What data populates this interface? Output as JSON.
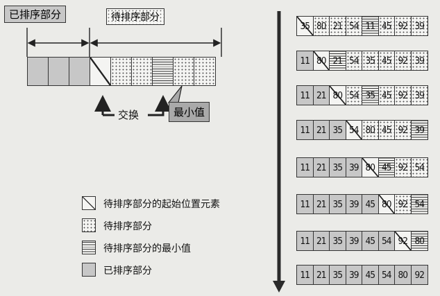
{
  "labels": {
    "sorted_part": "已排序部分",
    "unsorted_part": "待排序部分",
    "swap": "交换",
    "min_value": "最小值"
  },
  "legend": [
    {
      "type": "start",
      "text": "待排序部分的起始位置元素"
    },
    {
      "type": "unsorted",
      "text": "待排序部分"
    },
    {
      "type": "min",
      "text": "待排序部分的最小值"
    },
    {
      "type": "sorted",
      "text": "已排序部分"
    }
  ],
  "example_cells": [
    "sorted",
    "sorted",
    "sorted",
    "start",
    "unsorted",
    "unsorted",
    "min",
    "unsorted",
    "unsorted"
  ],
  "steps": [
    {
      "values": [
        35,
        80,
        21,
        54,
        11,
        45,
        92,
        39
      ],
      "types": [
        "start",
        "unsorted",
        "unsorted",
        "unsorted",
        "min",
        "unsorted",
        "unsorted",
        "unsorted"
      ]
    },
    {
      "values": [
        11,
        80,
        21,
        54,
        35,
        45,
        92,
        39
      ],
      "types": [
        "sorted",
        "start",
        "min",
        "unsorted",
        "unsorted",
        "unsorted",
        "unsorted",
        "unsorted"
      ]
    },
    {
      "values": [
        11,
        21,
        80,
        54,
        35,
        45,
        92,
        39
      ],
      "types": [
        "sorted",
        "sorted",
        "start",
        "unsorted",
        "min",
        "unsorted",
        "unsorted",
        "unsorted"
      ]
    },
    {
      "values": [
        11,
        21,
        35,
        54,
        80,
        45,
        92,
        39
      ],
      "types": [
        "sorted",
        "sorted",
        "sorted",
        "start",
        "unsorted",
        "unsorted",
        "unsorted",
        "min"
      ]
    },
    {
      "values": [
        11,
        21,
        35,
        39,
        80,
        45,
        92,
        54
      ],
      "types": [
        "sorted",
        "sorted",
        "sorted",
        "sorted",
        "start",
        "min",
        "unsorted",
        "unsorted"
      ]
    },
    {
      "values": [
        11,
        21,
        35,
        39,
        45,
        80,
        92,
        54
      ],
      "types": [
        "sorted",
        "sorted",
        "sorted",
        "sorted",
        "sorted",
        "start",
        "unsorted",
        "min"
      ]
    },
    {
      "values": [
        11,
        21,
        35,
        39,
        45,
        54,
        92,
        80
      ],
      "types": [
        "sorted",
        "sorted",
        "sorted",
        "sorted",
        "sorted",
        "sorted",
        "start",
        "min"
      ]
    },
    {
      "values": [
        11,
        21,
        35,
        39,
        45,
        54,
        80,
        92
      ],
      "types": [
        "sorted",
        "sorted",
        "sorted",
        "sorted",
        "sorted",
        "sorted",
        "sorted",
        "sorted"
      ]
    }
  ]
}
